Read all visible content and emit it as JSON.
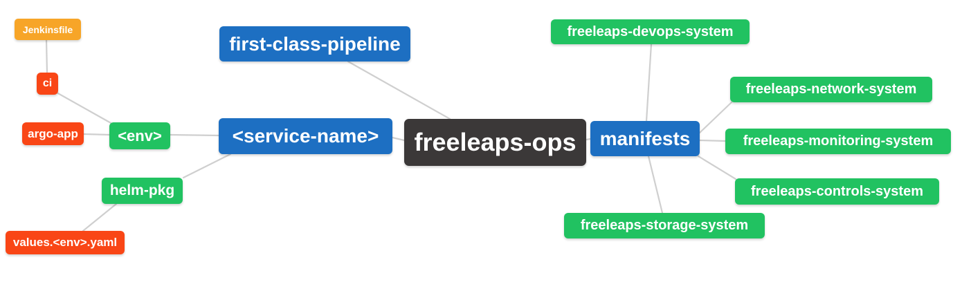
{
  "colors": {
    "root_node_bg": "#3b3838",
    "branch_blue": "#1d6fc2",
    "leaf_green": "#21c261",
    "leaf_red_orange": "#f94616",
    "leaf_orange": "#f7a528",
    "connector_gray": "#cfcfcf",
    "node_text": "#ffffff",
    "canvas_bg": "#ffffff"
  },
  "nodes": {
    "freeleaps_ops": {
      "label": "freeleaps-ops",
      "color": "#3b3838"
    },
    "first_class_pipeline": {
      "label": "first-class-pipeline",
      "color": "#1d6fc2"
    },
    "service_name": {
      "label": "<service-name>",
      "color": "#1d6fc2"
    },
    "manifests": {
      "label": "manifests",
      "color": "#1d6fc2"
    },
    "env": {
      "label": "<env>",
      "color": "#21c261"
    },
    "helm_pkg": {
      "label": "helm-pkg",
      "color": "#21c261"
    },
    "jenkinsfile": {
      "label": "Jenkinsfile",
      "color": "#f7a528"
    },
    "ci": {
      "label": "ci",
      "color": "#f94616"
    },
    "argo_app": {
      "label": "argo-app",
      "color": "#f94616"
    },
    "values_env_yaml": {
      "label": "values.<env>.yaml",
      "color": "#f94616"
    },
    "devops_system": {
      "label": "freeleaps-devops-system",
      "color": "#21c261"
    },
    "network_system": {
      "label": "freeleaps-network-system",
      "color": "#21c261"
    },
    "monitoring_system": {
      "label": "freeleaps-monitoring-system",
      "color": "#21c261"
    },
    "controls_system": {
      "label": "freeleaps-controls-system",
      "color": "#21c261"
    },
    "storage_system": {
      "label": "freeleaps-storage-system",
      "color": "#21c261"
    }
  },
  "edges": [
    {
      "from": "jenkinsfile",
      "to": "ci"
    },
    {
      "from": "ci",
      "to": "env"
    },
    {
      "from": "argo_app",
      "to": "env"
    },
    {
      "from": "env",
      "to": "service_name"
    },
    {
      "from": "helm_pkg",
      "to": "service_name"
    },
    {
      "from": "values_env_yaml",
      "to": "helm_pkg"
    },
    {
      "from": "first_class_pipeline",
      "to": "freeleaps_ops"
    },
    {
      "from": "service_name",
      "to": "freeleaps_ops"
    },
    {
      "from": "freeleaps_ops",
      "to": "manifests"
    },
    {
      "from": "manifests",
      "to": "devops_system"
    },
    {
      "from": "manifests",
      "to": "network_system"
    },
    {
      "from": "manifests",
      "to": "monitoring_system"
    },
    {
      "from": "manifests",
      "to": "controls_system"
    },
    {
      "from": "manifests",
      "to": "storage_system"
    }
  ]
}
